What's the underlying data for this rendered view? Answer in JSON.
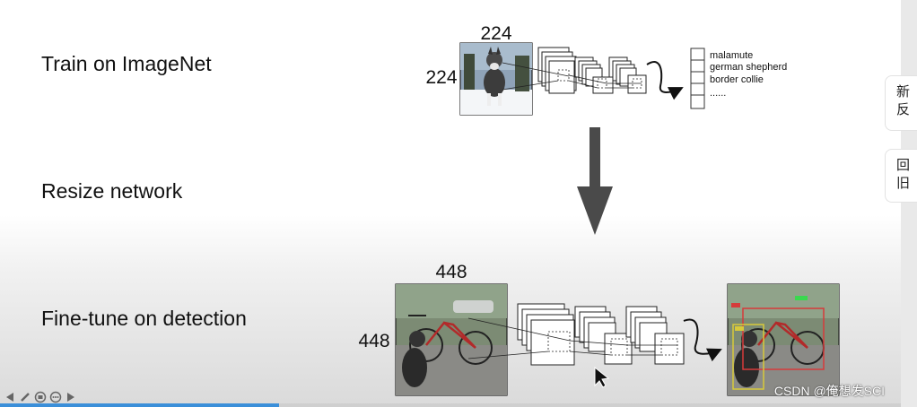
{
  "steps": {
    "train": "Train on ImageNet",
    "resize": "Resize network",
    "finetune": "Fine-tune on detection"
  },
  "top_network": {
    "input_width": "224",
    "input_height": "224",
    "classes": [
      "malamute",
      "german shepherd",
      "border collie",
      "......"
    ]
  },
  "bottom_network": {
    "input_width": "448",
    "input_height": "448"
  },
  "side_panel": {
    "feedback": [
      "新",
      "反"
    ],
    "back": [
      "回",
      "旧"
    ]
  },
  "watermark": "CSDN @俺想发SCI",
  "player": {
    "progress": 0.31,
    "controls": [
      "prev-icon",
      "pen-icon",
      "screen-icon",
      "more-icon",
      "next-icon"
    ]
  },
  "colors": {
    "accent": "#3b8fd9",
    "arrow": "#4a4a4a",
    "box_red": "#d63b3b"
  }
}
